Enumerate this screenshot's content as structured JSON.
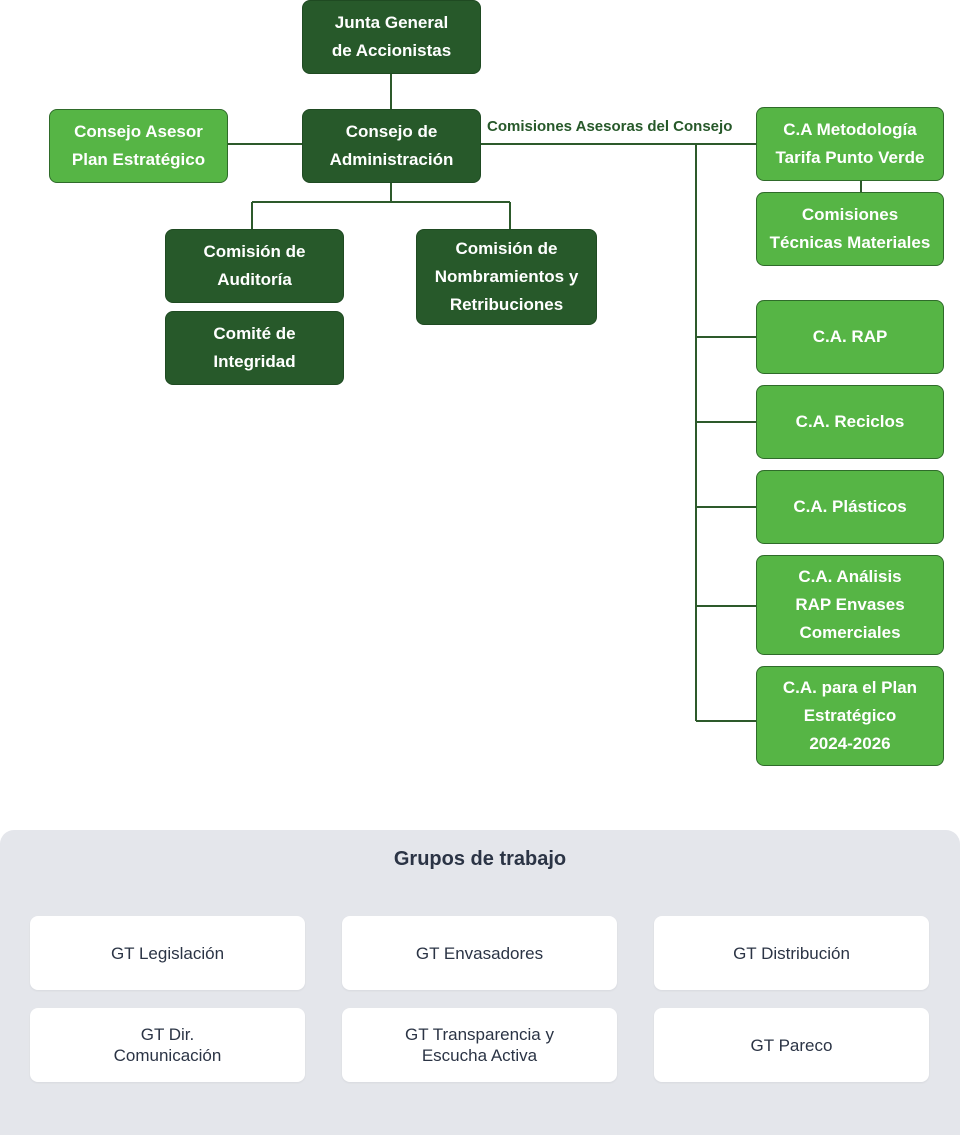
{
  "org": {
    "junta": "Junta General\nde Accionistas",
    "consejo": "Consejo de\nAdministración",
    "asesor": "Consejo Asesor\nPlan Estratégico",
    "auditoria": "Comisión de\nAuditoría",
    "integridad": "Comité de\nIntegridad",
    "nombramientos": "Comisión de\nNombramientos y\nRetribuciones",
    "comisiones_label": "Comisiones Asesoras del Consejo",
    "metodologia": "C.A Metodología\nTarifa Punto Verde",
    "tecnicas": "Comisiones\nTécnicas Materiales",
    "rap": "C.A. RAP",
    "reciclos": "C.A. Reciclos",
    "plasticos": "C.A. Plásticos",
    "analisis": "C.A. Análisis\nRAP Envases\nComerciales",
    "plan": "C.A. para el Plan\nEstratégico\n2024-2026"
  },
  "grupos": {
    "title": "Grupos de trabajo",
    "items": [
      "GT Legislación",
      "GT Envasadores",
      "GT Distribución",
      "GT Dir.\nComunicación",
      "GT Transparencia y\nEscucha Activa",
      "GT Pareco"
    ]
  },
  "colors": {
    "dark_green": "#27592a",
    "light_green": "#56b545",
    "connector": "#2d5a2b",
    "panel_bg": "#e4e6eb"
  }
}
